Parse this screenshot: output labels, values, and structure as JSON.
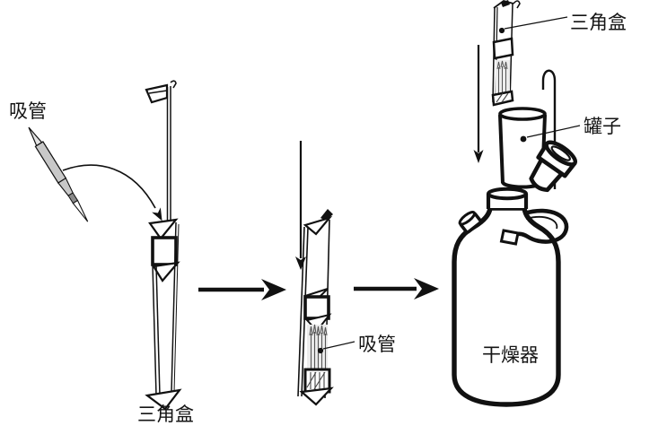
{
  "colors": {
    "background": "#ffffff",
    "line": "#000000",
    "pipette_fill": "#c8c8c8",
    "pipette_band": "#8a8a8a",
    "inner_gray": "#ececec"
  },
  "labels": {
    "left_pipette": "吸管",
    "left_box": "三角盒",
    "middle_pipette": "吸管",
    "right_box": "三角盒",
    "right_jar": "罐子",
    "right_desiccator": "干燥器"
  }
}
